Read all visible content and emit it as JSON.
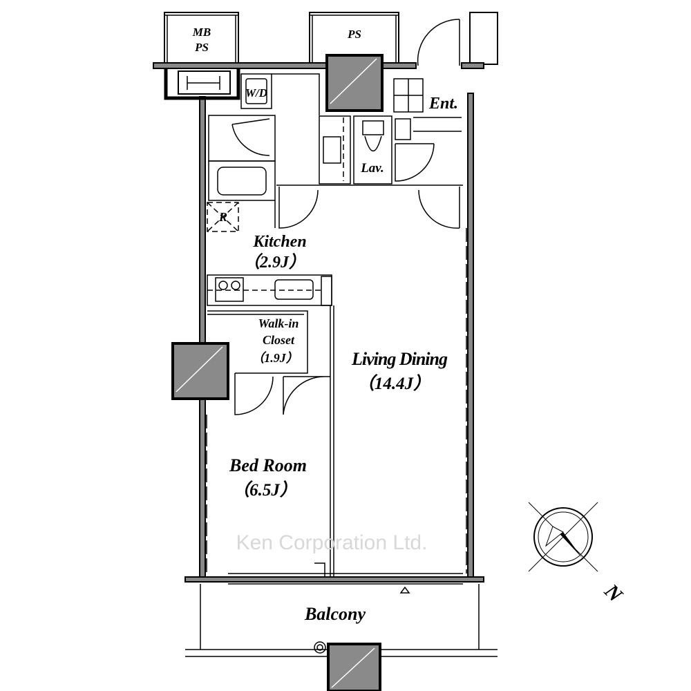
{
  "plan": {
    "watermark": "Ken Corporation Ltd.",
    "rooms": {
      "mb_ps": {
        "line1": "MB",
        "line2": "PS"
      },
      "ps": "PS",
      "washer_dryer": "W/D",
      "entrance": "Ent.",
      "lavatory": "Lav.",
      "refrigerator": "R",
      "kitchen": {
        "name": "Kitchen",
        "size": "（2.9J）"
      },
      "walk_in_closet": {
        "line1": "Walk-in",
        "line2": "Closet",
        "size": "（1.9J）"
      },
      "living_dining": {
        "name": "Living Dining",
        "size": "（14.4J）"
      },
      "bed_room": {
        "name": "Bed Room",
        "size": "（6.5J）"
      },
      "balcony": "Balcony"
    },
    "compass": {
      "label": "N",
      "icon": "compass-icon"
    }
  }
}
